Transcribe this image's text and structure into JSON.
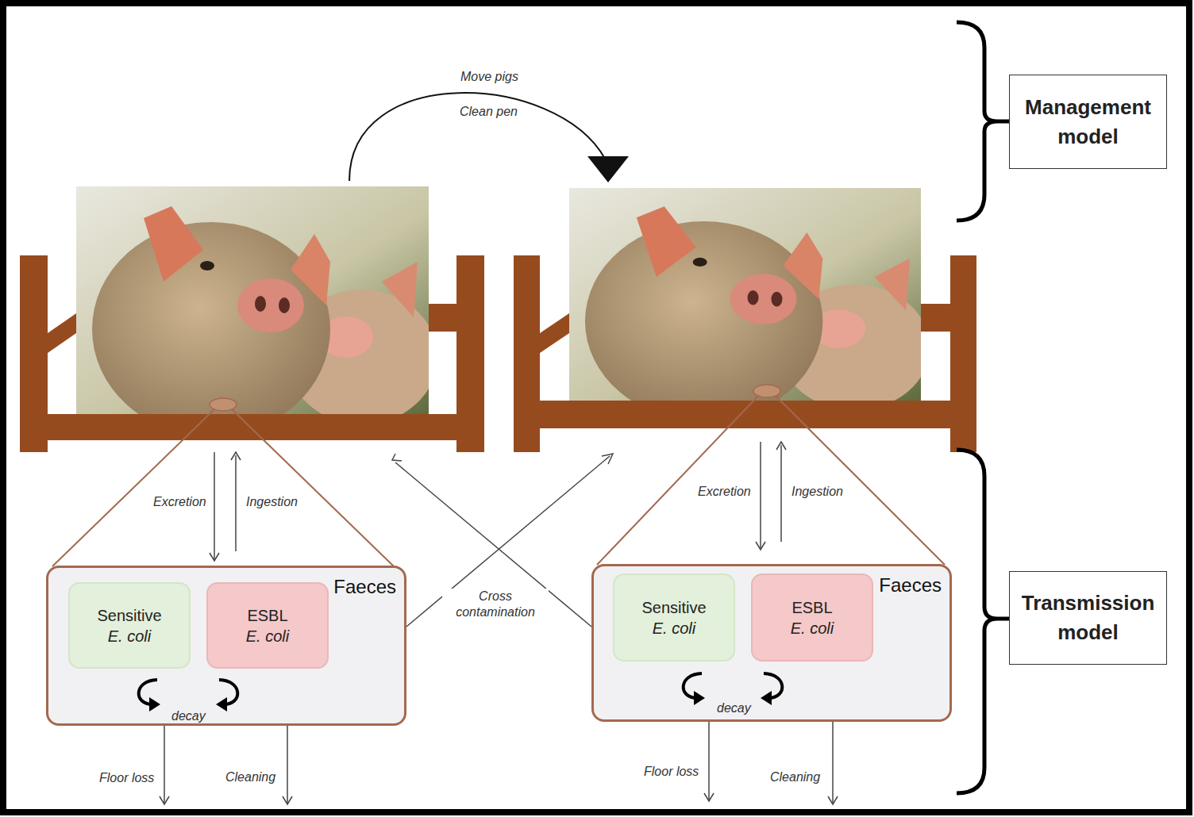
{
  "diagram": {
    "nodes": [
      {
        "text": [
          "Management model"
        ]
      },
      {
        "text": [
          "Faeces"
        ]
      },
      {
        "text": [
          "Sensitive E. coli"
        ],
        "in": 1
      },
      {
        "text": [
          "ESBL E. coli"
        ],
        "in": 1
      },
      {
        "text": [
          "Faeces"
        ]
      },
      {
        "text": [
          "Sensitive E. coli"
        ],
        "in": 4
      },
      {
        "text": [
          "ESBL E. coli"
        ],
        "in": 4
      },
      {
        "text": [
          "Transmission model"
        ]
      }
    ],
    "labels": [
      "Move pigs",
      "Clean pen",
      "Excretion",
      "Ingestion",
      "Excretion",
      "Ingestion",
      "Cross contamination",
      "decay",
      "Floor loss",
      "Cleaning",
      "decay",
      "Floor loss",
      "Cleaning"
    ]
  }
}
